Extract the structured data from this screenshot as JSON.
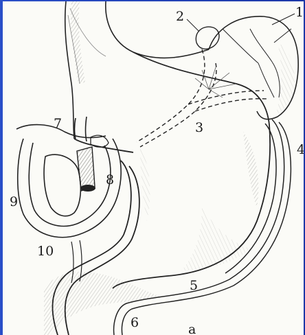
{
  "diagram": {
    "labels": [
      {
        "id": "1",
        "text": "1"
      },
      {
        "id": "2",
        "text": "2"
      },
      {
        "id": "3",
        "text": "3"
      },
      {
        "id": "4",
        "text": "4"
      },
      {
        "id": "5",
        "text": "5"
      },
      {
        "id": "6",
        "text": "6"
      },
      {
        "id": "7",
        "text": "7"
      },
      {
        "id": "8",
        "text": "8"
      },
      {
        "id": "9",
        "text": "9"
      },
      {
        "id": "10",
        "text": "10"
      }
    ],
    "caption": "a"
  },
  "colors": {
    "background": "#1f3fb0",
    "paper": "#fbfbf7",
    "ink": "#1a1a1a"
  }
}
